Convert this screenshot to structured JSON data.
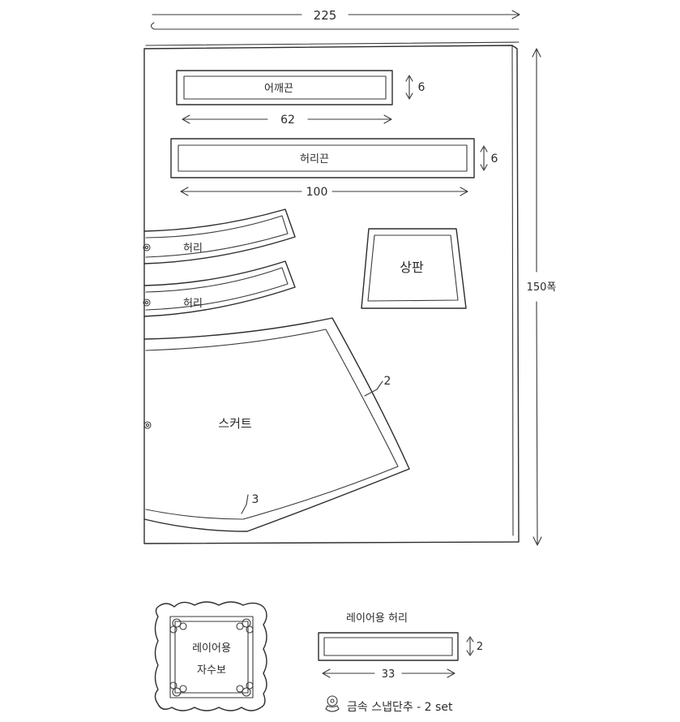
{
  "fabric": {
    "width_label": "225",
    "height_label": "150폭"
  },
  "pieces": {
    "shoulder_strap": {
      "label": "어깨끈",
      "width_label": "62",
      "height_label": "6"
    },
    "waist_strap": {
      "label": "허리끈",
      "width_label": "100",
      "height_label": "6"
    },
    "waist_1": {
      "label": "허리"
    },
    "waist_2": {
      "label": "허리"
    },
    "bodice": {
      "label": "상판"
    },
    "skirt": {
      "label": "스커트",
      "side_seam_label": "2",
      "hem_label": "3"
    }
  },
  "layer_waist": {
    "title": "레이어용 허리",
    "width_label": "33",
    "height_label": "2"
  },
  "embroidery": {
    "line1": "레이어용",
    "line2": "자수보"
  },
  "snap_note": {
    "text": "금속 스냅단추 - 2 set",
    "icon": "snap-button-icon"
  },
  "colors": {
    "line": "#2d2d2d",
    "background": "#ffffff"
  }
}
